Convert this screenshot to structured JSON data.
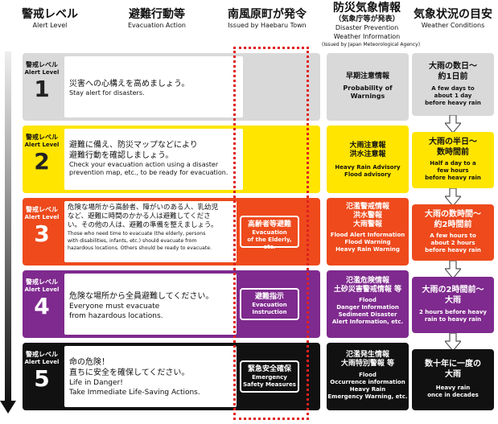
{
  "headers": {
    "level": {
      "jp": "警戒レベル",
      "en": "Alert Level"
    },
    "action": {
      "jp": "避難行動等",
      "en": "Evacuation Action"
    },
    "issued": {
      "jp": "南風原町が発令",
      "en": "Issued by Haebaru Town"
    },
    "info": {
      "jp": "防災気象情報",
      "sub": "（気象庁等が発表）",
      "en1": "Disaster Prevention",
      "en2": "Weather Information",
      "small": "(Issued by Japan Meteorological Agency)"
    },
    "weather": {
      "jp": "気象状況の目安",
      "en": "Weather Conditions"
    }
  },
  "levels": [
    {
      "label_jp": "警戒レベル",
      "label_en": "Alert Level",
      "num": "1",
      "action_jp": [
        "災害への心構えを高めましょう。"
      ],
      "action_en": [
        "Stay alert for disasters."
      ],
      "issued": null,
      "info_jp": [
        "早期注意情報"
      ],
      "info_en": [
        "Probability of",
        "Warnings"
      ],
      "weather_jp": [
        "大雨の数日～",
        "約1日前"
      ],
      "weather_en": [
        "A few days to",
        "about 1 day",
        "before heavy rain"
      ]
    },
    {
      "label_jp": "警戒レベル",
      "label_en": "Alert Level",
      "num": "2",
      "action_jp": [
        "避難に備え、防災マップなどにより",
        "避難行動を確認しましょう。"
      ],
      "action_en": [
        "Check your evacuation action using a disaster",
        "prevention map, etc., to be ready for evacuation."
      ],
      "issued": null,
      "info_jp": [
        "大雨注意報",
        "洪水注意報"
      ],
      "info_en": [
        "Heavy Rain Advisory",
        "Flood advisory"
      ],
      "weather_jp": [
        "大雨の半日～",
        "数時間前"
      ],
      "weather_en": [
        "Half a day to a",
        "few hours",
        "before heavy rain"
      ]
    },
    {
      "label_jp": "警戒レベル",
      "label_en": "Alert Level",
      "num": "3",
      "action_jp": [
        "危険な場所から高齢者、障がいのある人、乳幼児",
        "など、避難に時間のかかる人は避難してくださ",
        "い。その他の人は、避難の準備を整えましょう。"
      ],
      "action_en": [
        "Those who need time to evacuate (the elderly, persons",
        "with disabilities, infants, etc.) should evacuate from",
        "hazardous locations. Others should be ready to evacuate."
      ],
      "issued": {
        "jp": "高齢者等避難",
        "en1": "Evacuation",
        "en2": "of the Elderly, etc."
      },
      "info_jp": [
        "氾濫警戒情報",
        "洪水警報",
        "大雨警報"
      ],
      "info_en": [
        "Flood Alert Information",
        "Flood Warning",
        "Heavy Rain Warning"
      ],
      "weather_jp": [
        "大雨の数時間～",
        "約2時間前"
      ],
      "weather_en": [
        "A few hours to",
        "about 2 hours",
        "before heavy rain"
      ]
    },
    {
      "label_jp": "警戒レベル",
      "label_en": "Alert Level",
      "num": "4",
      "action_jp": [
        "危険な場所から全員避難してください。"
      ],
      "action_en": [
        "Everyone must evacuate",
        "from hazardous locations."
      ],
      "issued": {
        "jp": "避難指示",
        "en1": "Evacuation",
        "en2": "Instruction"
      },
      "info_jp": [
        "氾濫危険情報",
        "土砂災害警戒情報 等"
      ],
      "info_en": [
        "Flood",
        "Danger Information",
        "Sediment Disaster",
        "Alert Information, etc."
      ],
      "weather_jp": [
        "大雨の2時間前～",
        "大雨"
      ],
      "weather_en": [
        "2 hours before heavy",
        "rain to heavy rain"
      ]
    },
    {
      "label_jp": "警戒レベル",
      "label_en": "Alert Level",
      "num": "5",
      "action_jp": [
        "命の危険！",
        "直ちに安全を確保してください。"
      ],
      "action_en": [
        "Life in Danger!",
        "Take Immediate Life-Saving Actions."
      ],
      "issued": {
        "jp": "緊急安全確保",
        "en1": "Emergency",
        "en2": "Safety Measures"
      },
      "info_jp": [
        "氾濫発生情報",
        "大雨特別警報 等"
      ],
      "info_en": [
        "Flood",
        "Occurrence information",
        "Heavy Rain",
        "Emergency Warning, etc."
      ],
      "weather_jp": [
        "数十年に一度の",
        "大雨"
      ],
      "weather_en": [
        "Heavy rain",
        "once in decades"
      ]
    }
  ],
  "colors": {
    "l1": "#d9d9d9",
    "l2": "#ffe500",
    "l3": "#ee4a1c",
    "l4": "#7f2a8e",
    "l5": "#111111",
    "dotted": "#e02020"
  }
}
